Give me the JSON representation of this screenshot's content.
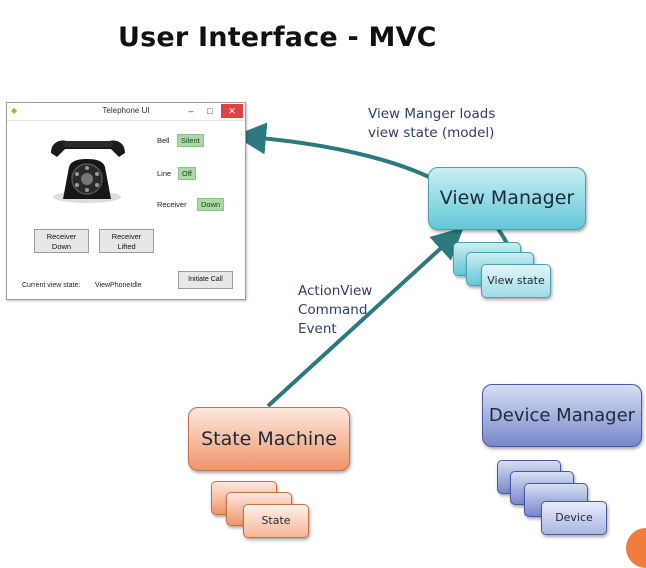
{
  "slide": {
    "title": "User Interface - MVC"
  },
  "captions": {
    "view_manager_loads": [
      "View Manger loads",
      "view state (model)"
    ],
    "action_view": [
      "ActionView",
      "Command",
      "Event"
    ]
  },
  "telephone_ui": {
    "window_title": "Telephone UI",
    "bell_label": "Bell",
    "bell_value": "Silent",
    "line_label": "Line",
    "line_value": "Off",
    "receiver_label": "Receiver",
    "receiver_value": "Down",
    "btn_receiver_down": [
      "Receiver",
      "Down"
    ],
    "btn_receiver_lifted": [
      "Receiver",
      "Lifted"
    ],
    "current_view_state_label": "Current view state:",
    "current_view_state_value": "ViewPhoneIdle",
    "btn_initiate_call": "Initiate Call"
  },
  "boxes": {
    "view_manager": "View Manager",
    "view_state": "View state",
    "state_machine": "State Machine",
    "state": "State",
    "device_manager": "Device Manager",
    "device": "Device"
  },
  "colors": {
    "arrow": "#2c7a7e",
    "view": "#63c7d6",
    "state": "#f0956a",
    "device": "#7688cc"
  }
}
